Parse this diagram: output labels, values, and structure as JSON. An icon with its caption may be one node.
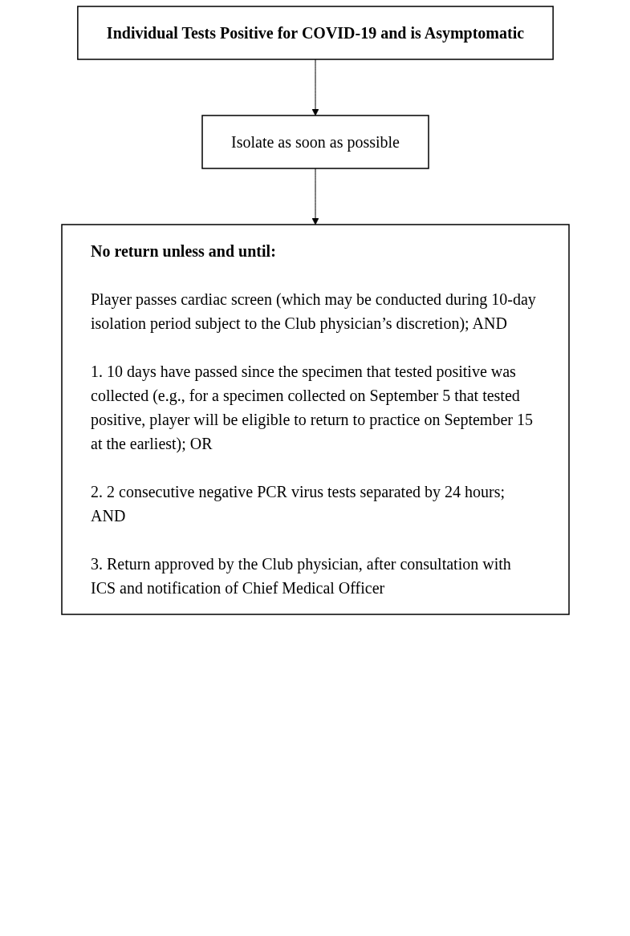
{
  "diagram": {
    "nodes": [
      {
        "text": [
          "Individual Tests Positive for COVID-19 and is Asymptomatic"
        ]
      },
      {
        "text": [
          "Isolate as soon as possible"
        ]
      },
      {
        "text": [
          "No return unless and until:",
          "Player passes cardiac screen (which may be conducted during 10-day isolation period subject to the Club physician’s discretion); AND",
          "1. 10 days have passed since the specimen that tested positive was collected (e.g., for a specimen collected on September 5 that tested positive, player will be eligible to return to practice on September 15 at the earliest); OR",
          "2. 2 consecutive negative PCR virus tests separated by 24 hours; AND",
          "3. Return approved by the Club physician, after consultation with ICS and notification of Chief Medical Officer"
        ]
      }
    ],
    "edges": [
      {
        "from": 0,
        "to": 1,
        "arrow": "to"
      },
      {
        "from": 1,
        "to": 2,
        "arrow": "to"
      }
    ]
  }
}
